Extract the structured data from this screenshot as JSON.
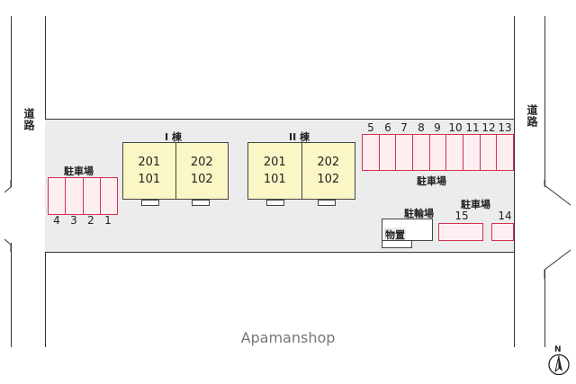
{
  "roads": {
    "left_label": "道路",
    "right_label": "道路"
  },
  "buildings": [
    {
      "name": "I 棟",
      "units": [
        {
          "upper": "201",
          "lower": "101"
        },
        {
          "upper": "202",
          "lower": "102"
        }
      ]
    },
    {
      "name": "II 棟",
      "units": [
        {
          "upper": "201",
          "lower": "101"
        },
        {
          "upper": "202",
          "lower": "102"
        }
      ]
    }
  ],
  "parking_left": {
    "label": "駐車場",
    "numbers": [
      "4",
      "3",
      "2",
      "1"
    ]
  },
  "parking_top_right": {
    "label": "駐車場",
    "numbers": [
      "5",
      "6",
      "7",
      "8",
      "9",
      "10",
      "11",
      "12",
      "13"
    ]
  },
  "parking_bottom_right": {
    "label": "駐車場",
    "numbers": [
      "15",
      "14"
    ]
  },
  "bicycle_parking": {
    "label": "駐輪場"
  },
  "storage": {
    "label": "物置"
  },
  "watermark": "Apamanshop",
  "compass": {
    "label": "N"
  },
  "colors": {
    "parking_border": "#d43050",
    "parking_fill": "#fdeef1",
    "unit_fill": "#fbf6c6",
    "site_fill": "#ececec"
  }
}
